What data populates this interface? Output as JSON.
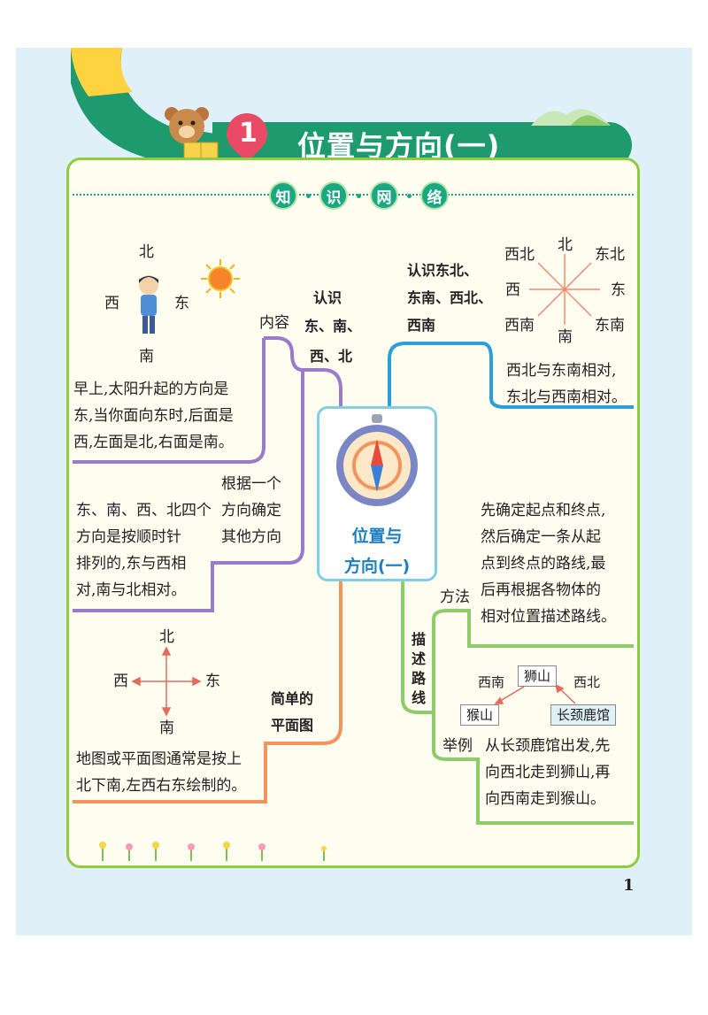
{
  "title": "位置与方向(一)",
  "lesson_number": "1",
  "section_header": [
    "知",
    "识",
    "网",
    "络"
  ],
  "center": {
    "line1": "位置与",
    "line2": "方向(一)"
  },
  "branches": {
    "recognize": {
      "label": "认识",
      "items_line1": "东、南、",
      "items_line2": "西、北",
      "content_label": "内容",
      "dir_n": "北",
      "dir_s": "南",
      "dir_w": "西",
      "dir_e": "东",
      "desc": [
        "早上,太阳升起的方向是",
        "东,当你面向东时,后面是",
        "西,左面是北,右面是南。"
      ]
    },
    "order": {
      "label": [
        "根据一个",
        "方向确定",
        "其他方向"
      ],
      "desc": [
        "东、南、西、北四个",
        "方向是按顺时针",
        "排列的,东与西相",
        "对,南与北相对。"
      ]
    },
    "map": {
      "label": [
        "简单的",
        "平面图"
      ],
      "dir_n": "北",
      "dir_s": "南",
      "dir_w": "西",
      "dir_e": "东",
      "desc": [
        "地图或平面图通常是按上",
        "北下南,左西右东绘制的。"
      ]
    },
    "eight": {
      "label": [
        "认识东北、",
        "东南、西北、",
        "西南"
      ],
      "compass": {
        "n": "北",
        "s": "南",
        "e": "东",
        "w": "西",
        "ne": "东北",
        "nw": "西北",
        "se": "东南",
        "sw": "西南"
      },
      "desc": [
        "西北与东南相对,",
        "东北与西南相对。"
      ]
    },
    "route": {
      "label": [
        "描",
        "述",
        "路",
        "线"
      ],
      "method_label": "方法",
      "method_desc": [
        "先确定起点和终点,",
        "然后确定一条从起",
        "点到终点的路线,最",
        "后再根据各物体的",
        "相对位置描述路线。"
      ],
      "example_label": "举例",
      "example_places": {
        "lion": "狮山",
        "monkey": "猴山",
        "giraffe": "长颈鹿馆",
        "sw": "西南",
        "nw": "西北"
      },
      "example_desc": [
        "从长颈鹿馆出发,先",
        "向西北走到狮山,再",
        "向西南走到猴山。"
      ]
    }
  },
  "page_number": "1",
  "colors": {
    "purple": "#9b7bc9",
    "blue": "#2a9fd8",
    "orange": "#f2955c",
    "green": "#8ccd6a",
    "teal": "#1aa882",
    "card_border": "#8fcb3e"
  }
}
